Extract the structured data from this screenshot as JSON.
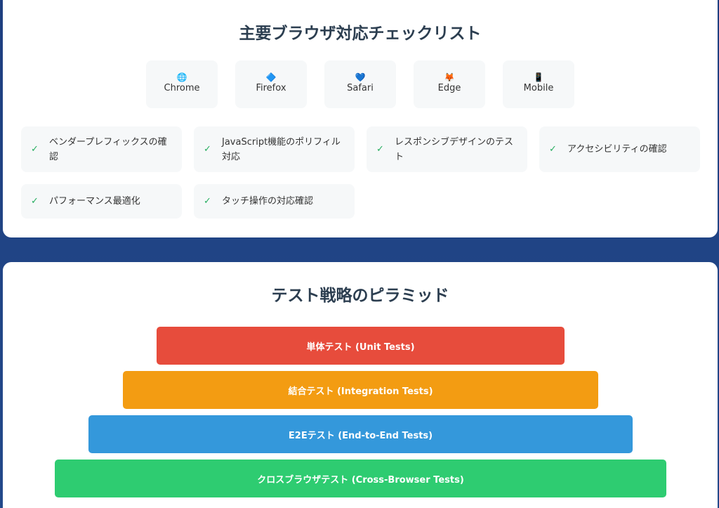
{
  "checklist": {
    "title": "主要ブラウザ対応チェックリスト",
    "browsers": [
      {
        "icon": "🌐",
        "name": "Chrome"
      },
      {
        "icon": "🔷",
        "name": "Firefox"
      },
      {
        "icon": "💙",
        "name": "Safari"
      },
      {
        "icon": "🦊",
        "name": "Edge"
      },
      {
        "icon": "📱",
        "name": "Mobile"
      }
    ],
    "check_mark": "✓",
    "items": [
      "ベンダープレフィックスの確認",
      "JavaScript機能のポリフィル対応",
      "レスポンシブデザインのテスト",
      "アクセシビリティの確認",
      "パフォーマンス最適化",
      "タッチ操作の対応確認"
    ]
  },
  "pyramid": {
    "title": "テスト戦略のピラミッド",
    "levels": [
      {
        "label": "単体テスト (Unit Tests)",
        "color": "#e74c3c"
      },
      {
        "label": "結合テスト (Integration Tests)",
        "color": "#f39c12"
      },
      {
        "label": "E2Eテスト (End-to-End Tests)",
        "color": "#3498db"
      },
      {
        "label": "クロスブラウザテスト (Cross-Browser Tests)",
        "color": "#2ecc71"
      }
    ]
  }
}
